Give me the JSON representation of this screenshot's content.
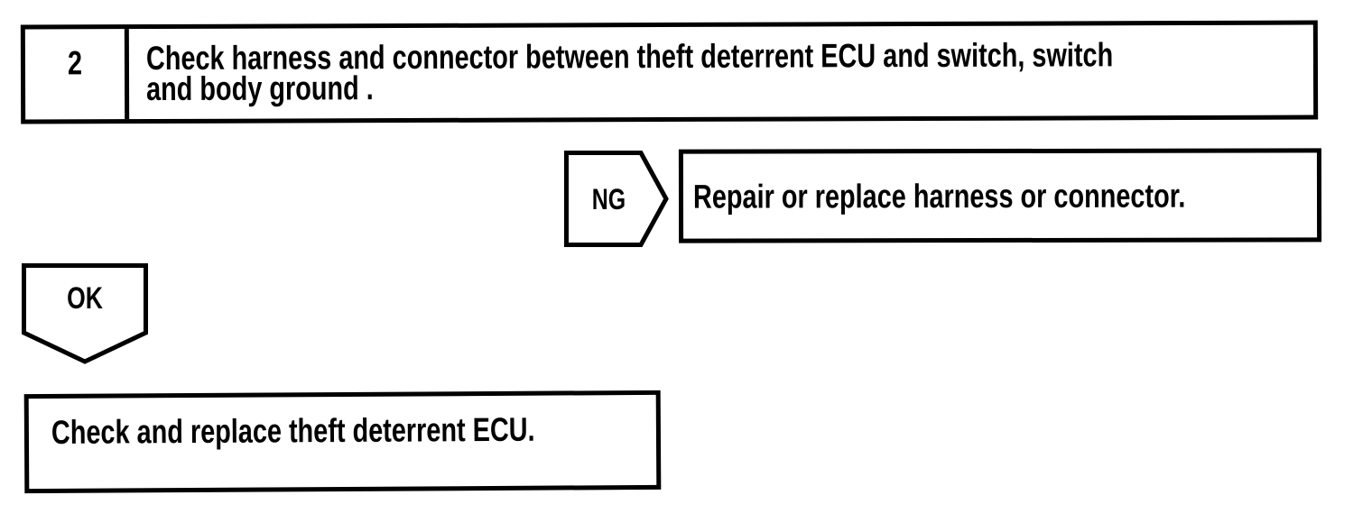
{
  "page": {
    "background_color": "#ffffff",
    "ink_color": "#000000"
  },
  "flowchart": {
    "step_box": {
      "number": "2",
      "instruction": "Check harness and connector between theft deterrent ECU and switch, switch\nand body ground ."
    },
    "ng_branch": {
      "connector_label": "NG",
      "action": "Repair or replace harness or connector."
    },
    "ok_branch": {
      "connector_label": "OK",
      "action": "Check and replace theft deterrent ECU."
    }
  }
}
